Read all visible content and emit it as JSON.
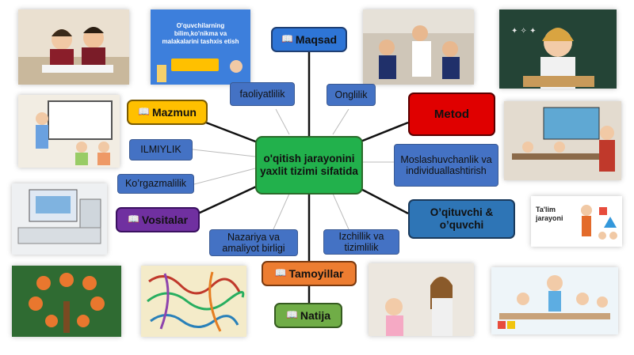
{
  "center": {
    "label": "o'qitish jarayonini yaxlit tizimi sifatida"
  },
  "nodes": {
    "maqsad": {
      "label": "Maqsad",
      "icon": "📖"
    },
    "mazmun": {
      "label": "Mazmun",
      "icon": "📖"
    },
    "metod": {
      "label": "Metod"
    },
    "oqituvchi": {
      "label": "O’qituvchi & o’quvchi"
    },
    "vositalar": {
      "label": "Vositalar",
      "icon": "📖"
    },
    "tamoyillar": {
      "label": "Tamoyillar",
      "icon": "📖"
    },
    "natija": {
      "label": "Natija",
      "icon": "📖"
    }
  },
  "principles": {
    "faoliyatlilik": "faoliyatlilik",
    "onglilik": "Onglilik",
    "ilmiylik": "ILMIYLIK",
    "korgazmalilik": "Ko’rgazmalilik",
    "moslashuv": "Moslashuvchanlik va individuallashtirish",
    "nazariya": "Nazariya va amaliyot birligi",
    "izchillik": "Izchillik va tizimlilik"
  },
  "photos": {
    "poster_text": "O'quvchilarning bilim,ko'nikma va malakalarini tashxis etish",
    "talim_text": "Ta'lim jarayoni"
  },
  "colors": {
    "center": "#22b14c",
    "maqsad": "#2e75d6",
    "mazmun": "#ffc000",
    "metod": "#e00000",
    "oqituvchi": "#2e75b6",
    "vositalar": "#7030a0",
    "tamoyillar": "#ed7d31",
    "natija": "#70ad47",
    "small": "#4472c4"
  }
}
